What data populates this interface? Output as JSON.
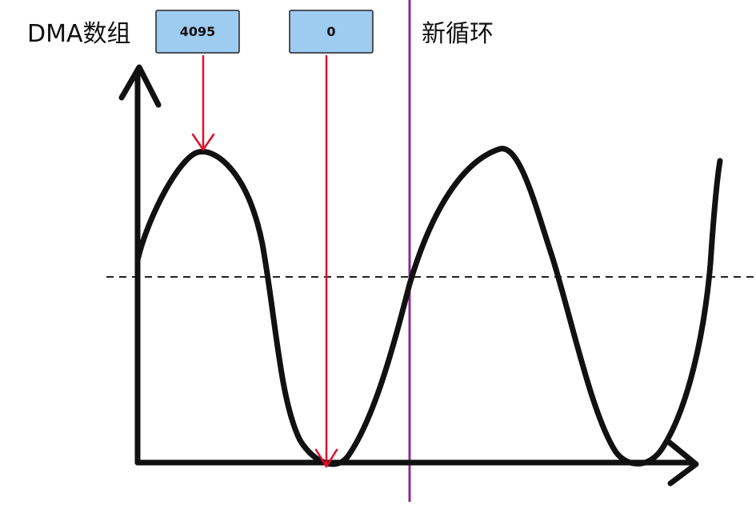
{
  "labels": {
    "y_axis": "DMA数组",
    "new_cycle": "新循环"
  },
  "markers": {
    "max_value": "4095",
    "min_value": "0"
  },
  "colors": {
    "axis": "#111111",
    "curve": "#111111",
    "pointer_arrow": "#e0102a",
    "box_fill": "#9ecbf0",
    "box_stroke": "#222222",
    "cycle_divider": "#8b2d8f",
    "midline": "#222222"
  }
}
